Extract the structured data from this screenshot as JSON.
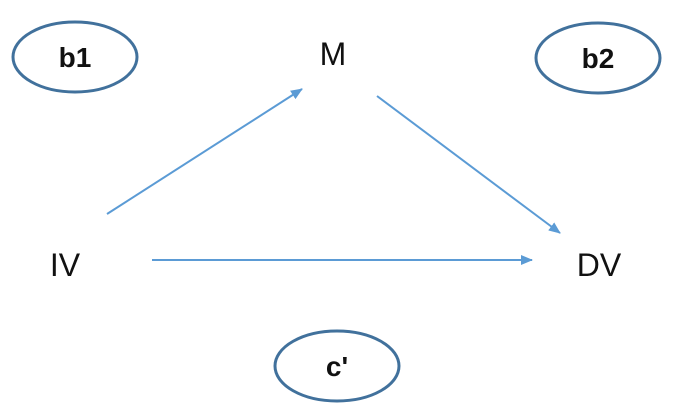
{
  "diagram": {
    "nodes": {
      "mediator": "M",
      "independent": "IV",
      "dependent": "DV"
    },
    "path_labels": {
      "a_path": "b1",
      "b_path": "b2",
      "direct_path": "c'"
    },
    "edges": [
      {
        "from": "IV",
        "to": "M"
      },
      {
        "from": "M",
        "to": "DV"
      },
      {
        "from": "IV",
        "to": "DV"
      }
    ],
    "colors": {
      "arrow": "#5b9bd5",
      "oval_stroke": "#41719c",
      "text": "#111111",
      "background": "#ffffff"
    }
  }
}
